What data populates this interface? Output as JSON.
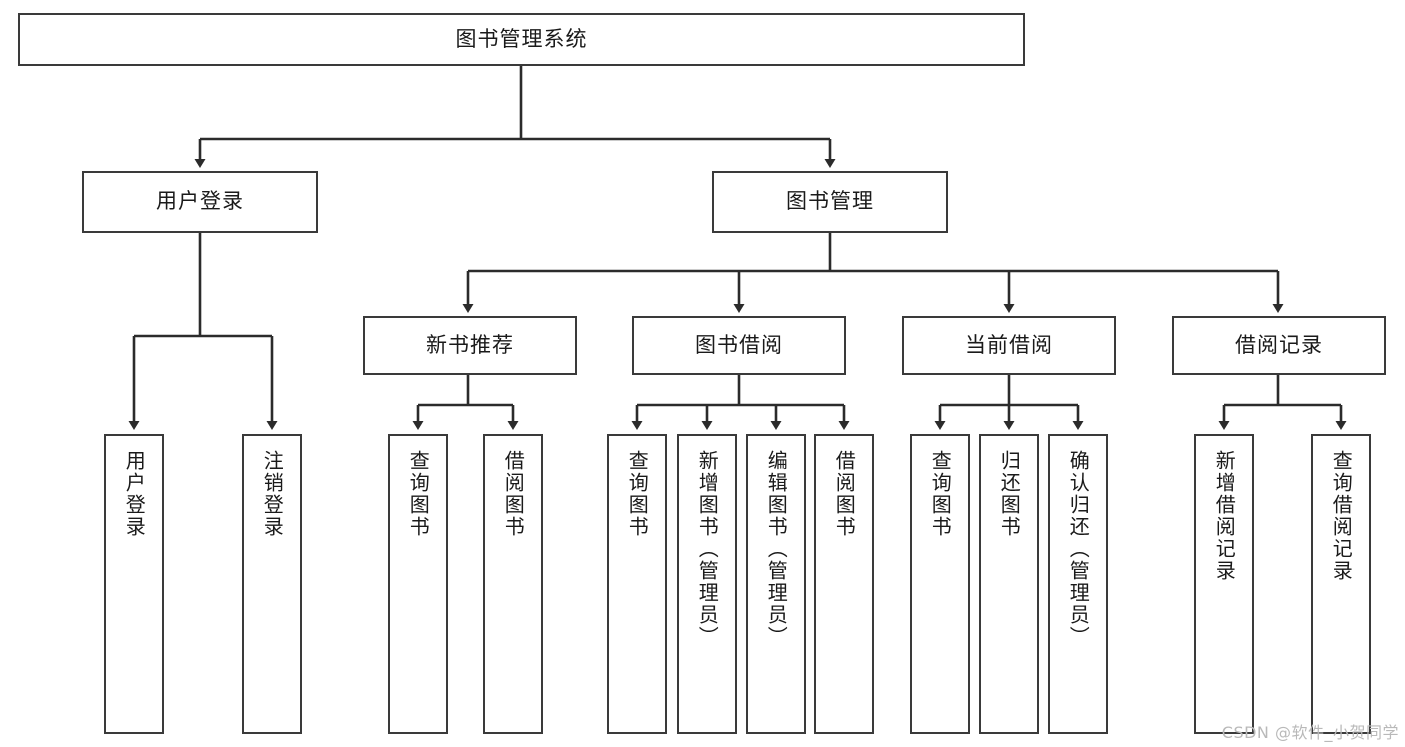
{
  "diagram": {
    "title": "图书管理系统",
    "type": "functional-structure-tree",
    "watermark": "CSDN @软件_小贺同学",
    "colors": {
      "box_border": "#3a3a3a",
      "box_fill": "#ffffff",
      "line": "#2b2b2b",
      "text": "#1a1a1a",
      "watermark": "#b9b9b9",
      "background": "#ffffff"
    }
  },
  "root": {
    "label": "图书管理系统"
  },
  "level2": [
    {
      "id": "user-login",
      "label": "用户登录"
    },
    {
      "id": "book-manage",
      "label": "图书管理"
    }
  ],
  "level3": [
    {
      "id": "new-book-recommend",
      "label": "新书推荐"
    },
    {
      "id": "book-borrow",
      "label": "图书借阅"
    },
    {
      "id": "current-borrow",
      "label": "当前借阅"
    },
    {
      "id": "borrow-record",
      "label": "借阅记录"
    }
  ],
  "leaves": {
    "user_login": [
      {
        "id": "leaf-user-login",
        "label": "用户登录"
      },
      {
        "id": "leaf-logout",
        "label": "注销登录"
      }
    ],
    "new_book_recommend": [
      {
        "id": "leaf-query-book-1",
        "label": "查询图书"
      },
      {
        "id": "leaf-borrow-book-1",
        "label": "借阅图书"
      }
    ],
    "book_borrow": [
      {
        "id": "leaf-query-book-2",
        "label": "查询图书"
      },
      {
        "id": "leaf-add-book",
        "label": "新增图书（管理员）"
      },
      {
        "id": "leaf-edit-book",
        "label": "编辑图书（管理员）"
      },
      {
        "id": "leaf-borrow-book-2",
        "label": "借阅图书"
      }
    ],
    "current_borrow": [
      {
        "id": "leaf-query-book-3",
        "label": "查询图书"
      },
      {
        "id": "leaf-return-book",
        "label": "归还图书"
      },
      {
        "id": "leaf-confirm-return",
        "label": "确认归还（管理员）"
      }
    ],
    "borrow_record": [
      {
        "id": "leaf-add-record",
        "label": "新增借阅记录"
      },
      {
        "id": "leaf-query-record",
        "label": "查询借阅记录"
      }
    ]
  }
}
